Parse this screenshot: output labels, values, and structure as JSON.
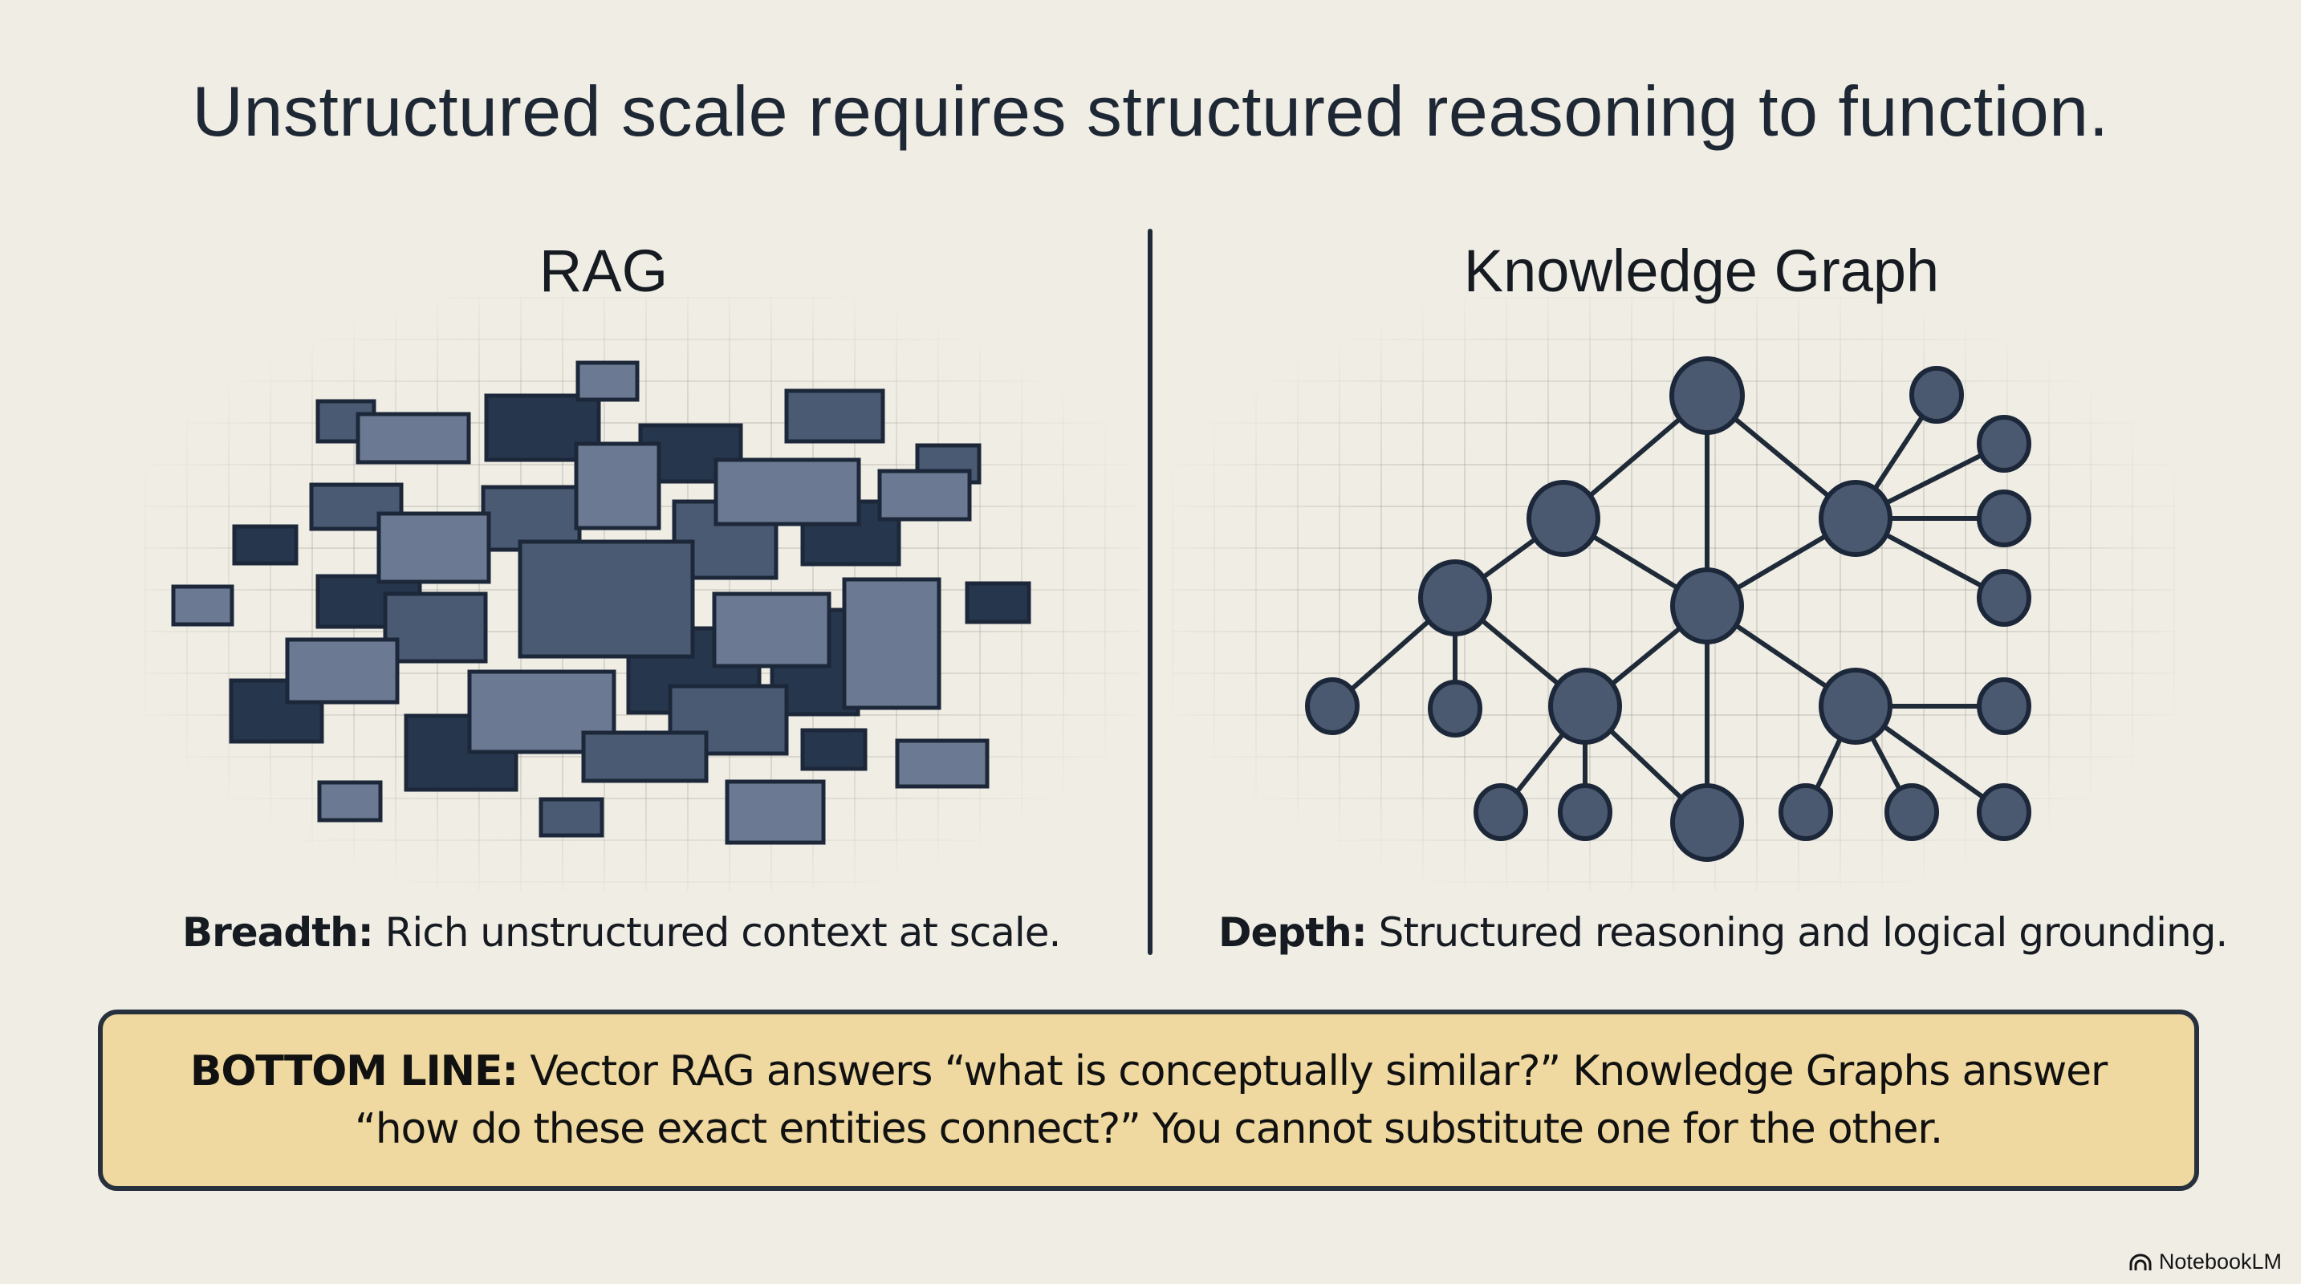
{
  "slide": {
    "title": "Unstructured scale requires structured reasoning to function."
  },
  "left_panel": {
    "heading": "RAG",
    "caption_bold": "Breadth:",
    "caption_text": " Rich unstructured context at scale.",
    "illustration": "scattered-rectangles",
    "colors": {
      "dark": "#26364d",
      "medium": "#4a5a72",
      "light": "#6b7a92",
      "stroke": "#1c2839"
    }
  },
  "right_panel": {
    "heading": "Knowledge Graph",
    "caption_bold": "Depth:",
    "caption_text": " Structured reasoning and logical grounding.",
    "illustration": "node-link-graph",
    "colors": {
      "node_fill": "#4a5870",
      "node_stroke": "#1c2839",
      "edge": "#1f2a38"
    }
  },
  "bottom_line": {
    "label": "BOTTOM LINE:",
    "line1": " Vector RAG answers “what is conceptually similar?” Knowledge Graphs answer",
    "line2": "“how do these exact entities connect?” You cannot substitute one for the other.",
    "colors": {
      "fill": "#efd9a1",
      "border": "#27313d"
    }
  },
  "branding": {
    "icon": "notebooklm-logo-icon",
    "label": "NotebookLM"
  },
  "theme": {
    "background": "#f0ede5",
    "text": "#1e2835"
  }
}
